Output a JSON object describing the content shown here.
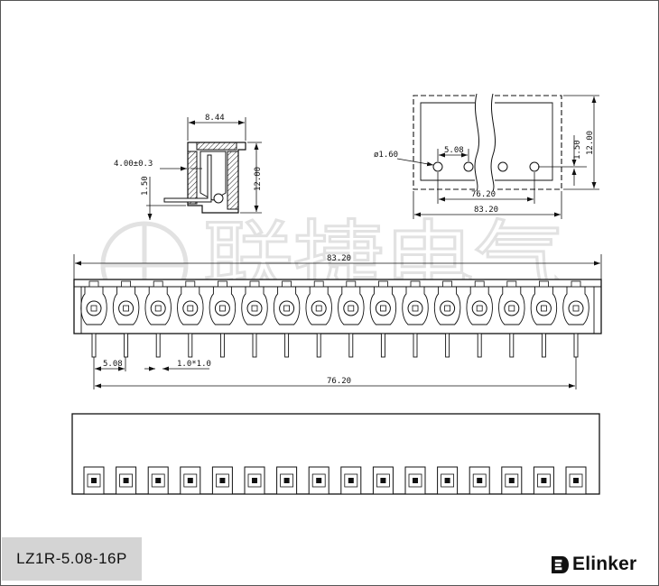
{
  "drawing": {
    "part_number": "LZ1R-5.08-16P",
    "brand": "Elinker",
    "watermark": "联捷电气",
    "pin_count": 16
  },
  "side_view": {
    "width_dim": "8.44",
    "pin_offset_dim": "4.00±0.3",
    "height_dim": "12.00",
    "below_dim": "1.50"
  },
  "footprint_view": {
    "hole_dia": "ø1.60",
    "pitch_dim": "5.08",
    "span_dim": "76.20",
    "total_dim": "83.20",
    "offset_dim": "1.50",
    "height_dim": "12.00"
  },
  "front_view": {
    "total_dim": "83.20",
    "pitch_dim": "5.08",
    "pin_dim": "1.0*1.0",
    "span_dim": "76.20"
  }
}
